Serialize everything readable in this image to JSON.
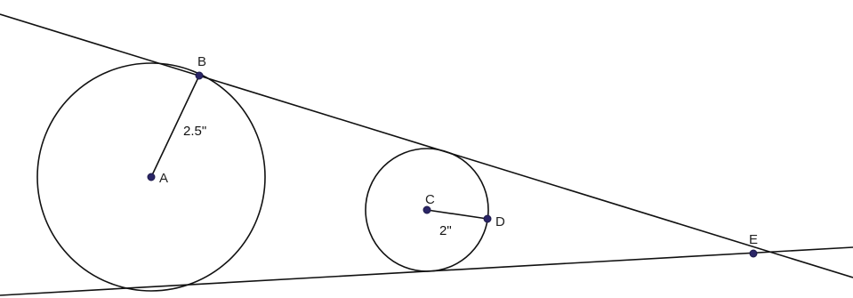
{
  "colors": {
    "point": "#2a2566",
    "stroke": "#111111"
  },
  "points": {
    "A": "A",
    "B": "B",
    "C": "C",
    "D": "D",
    "E": "E"
  },
  "measurements": {
    "radius_AB": "2.5\"",
    "radius_CD": "2\""
  }
}
